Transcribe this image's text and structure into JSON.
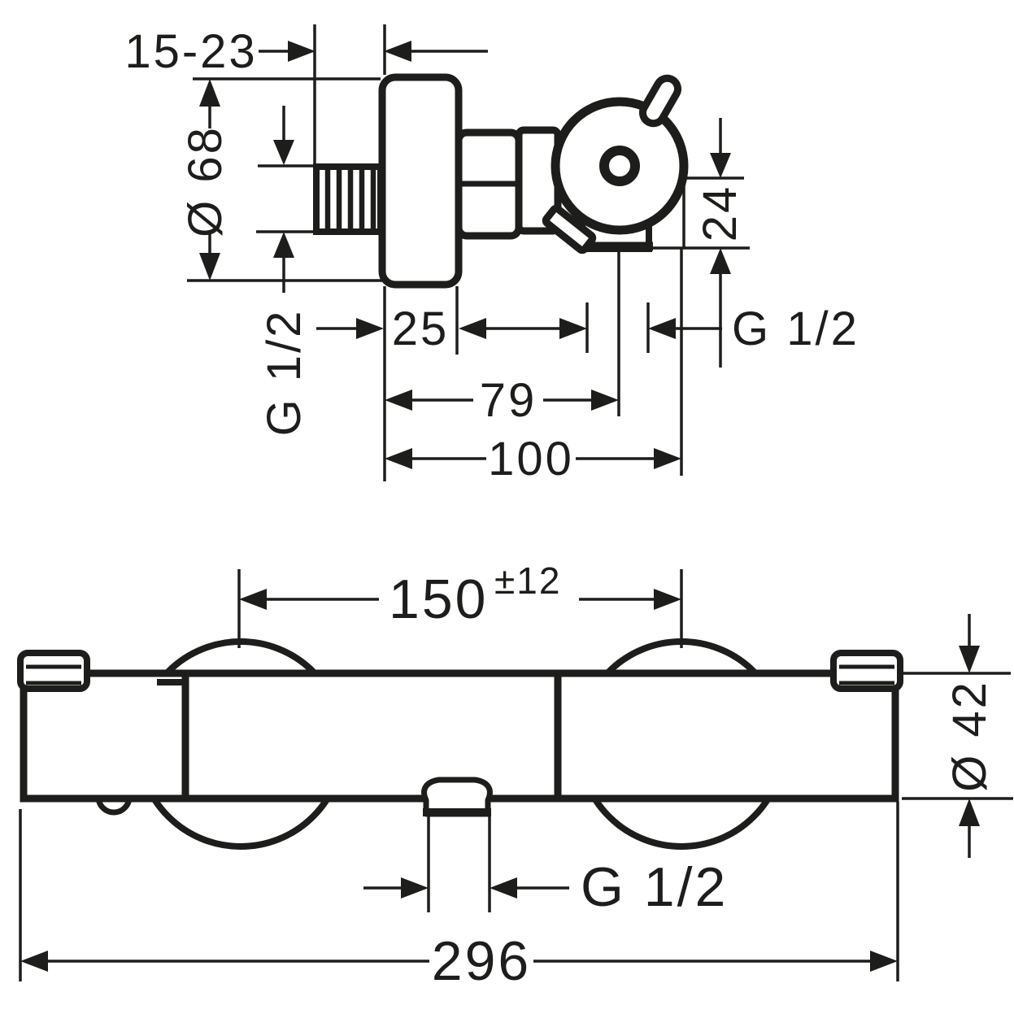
{
  "drawing": {
    "background_color": "#ffffff",
    "line_color": "#1d1d1b",
    "top_view": {
      "offset_range": "15-23",
      "escutcheon_diameter": "Ø 68",
      "inlet_thread": "G 1/2",
      "escutcheon_depth": "25",
      "outlet_center_distance": "79",
      "overall_depth": "100",
      "outlet_drop": "24",
      "outlet_thread": "G 1/2"
    },
    "bottom_view": {
      "connection_distance": "150",
      "connection_tolerance": "±12",
      "body_diameter": "Ø 42",
      "bottom_outlet_thread": "G 1/2",
      "overall_width": "296"
    }
  }
}
